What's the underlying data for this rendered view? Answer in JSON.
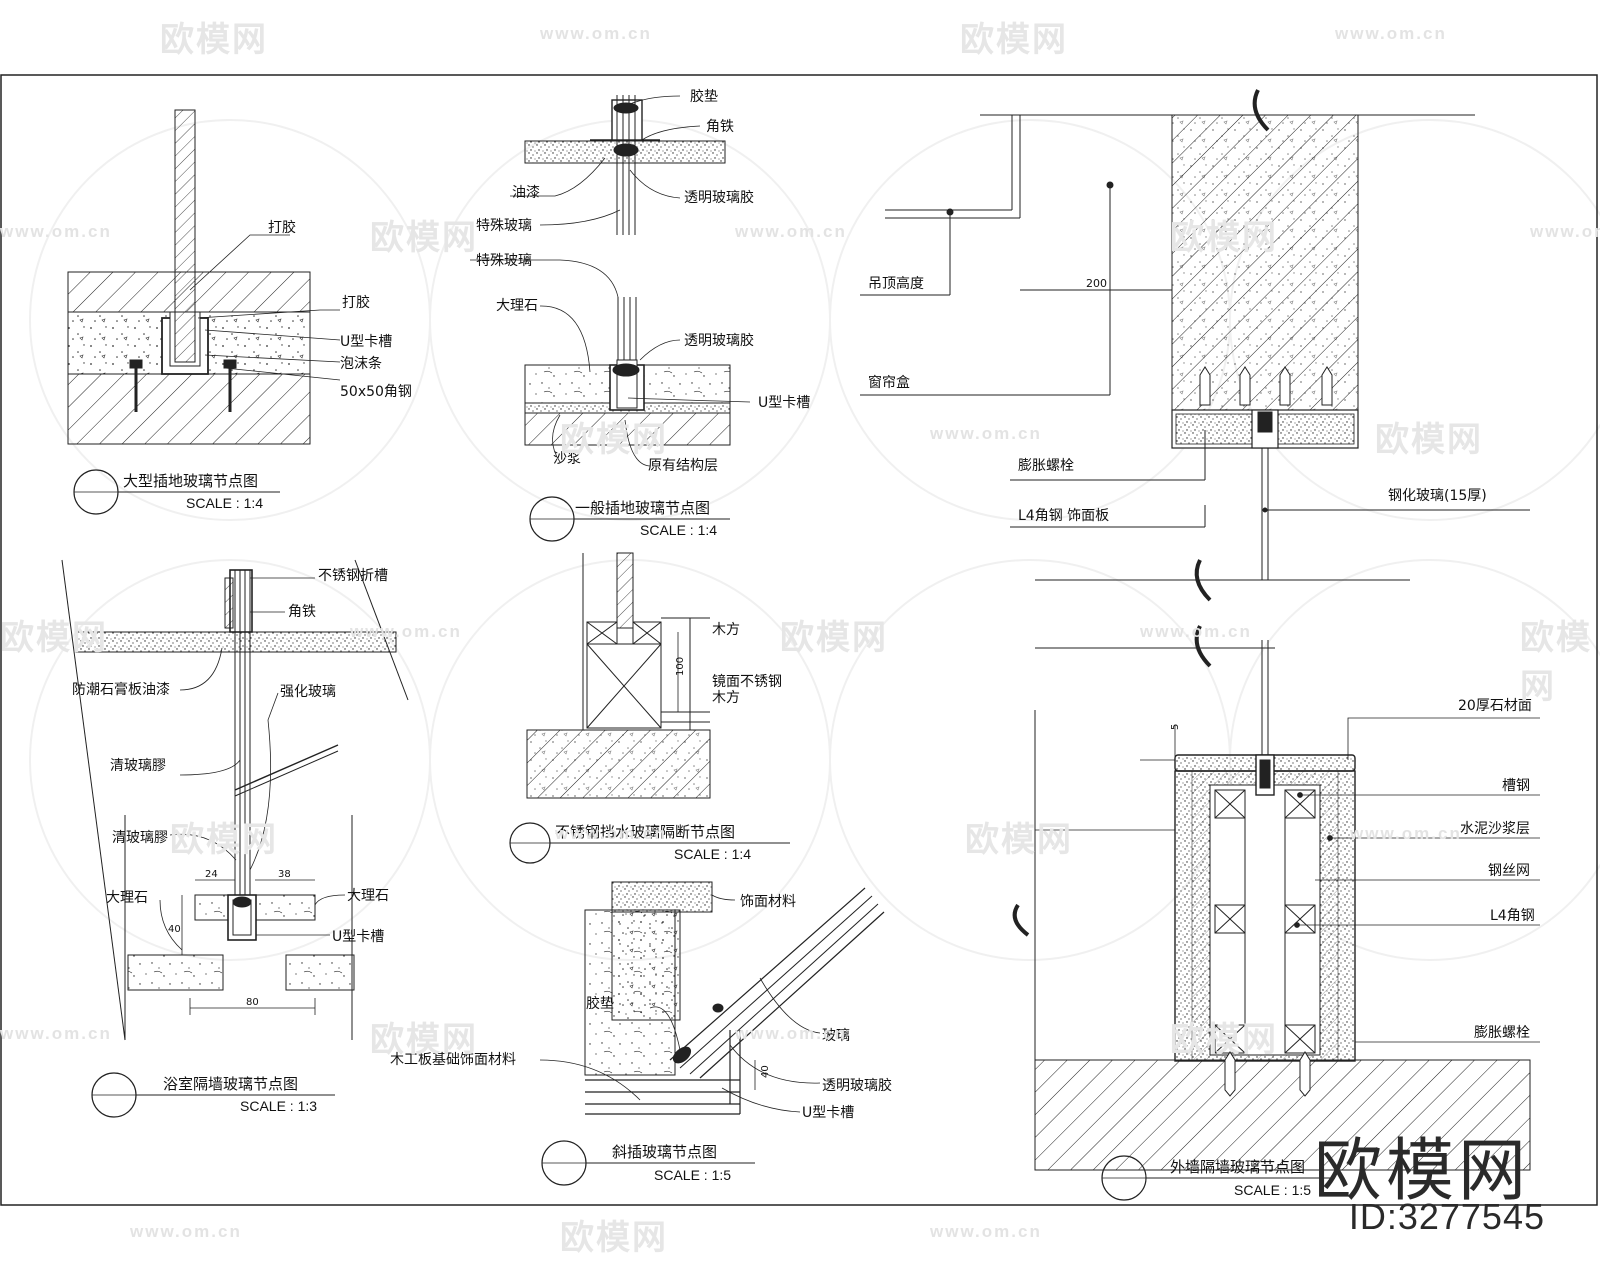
{
  "watermark": {
    "brand": "欧模网",
    "url": "www.om.cn",
    "id": "ID:3277545"
  },
  "details": {
    "d1": {
      "title": "大型插地玻璃节点图",
      "scale": "SCALE :   1:4",
      "labels": [
        "打胶",
        "打胶",
        "U型卡槽",
        "泡沫条",
        "50x50角钢"
      ]
    },
    "d2": {
      "title": "一般插地玻璃节点图",
      "scale": "SCALE :   1:4",
      "labels": [
        "胶垫",
        "角铁",
        "油漆",
        "透明玻璃胶",
        "特殊玻璃",
        "特殊玻璃",
        "大理石",
        "透明玻璃胶",
        "U型卡槽",
        "沙浆",
        "原有结构层"
      ]
    },
    "d3": {
      "title": "吊顶窗帘",
      "scale": "",
      "labels": [
        "吊顶高度",
        "200",
        "窗帘盒",
        "膨胀螺栓",
        "L4角钢 饰面板",
        "钢化玻璃(15厚)"
      ]
    },
    "d4": {
      "title": "浴室隔墙玻璃节点图",
      "scale": "SCALE :   1:3",
      "labels": [
        "不锈钢折槽",
        "角铁",
        "防潮石膏板油漆",
        "强化玻璃",
        "清玻璃膠",
        "清玻璃膠",
        "大理石",
        "大理石",
        "U型卡槽",
        "24",
        "38",
        "40",
        "80"
      ]
    },
    "d5": {
      "title": "不锈钢挡水玻璃隔断节点图",
      "scale": "SCALE :   1:4",
      "labels": [
        "木方",
        "100",
        "镜面不锈钢",
        "木方"
      ]
    },
    "d6": {
      "title": "斜插玻璃节点图",
      "scale": "SCALE :   1:5",
      "labels": [
        "饰面材料",
        "胶垫",
        "玻璃",
        "木工板基础饰面材料",
        "透明玻璃胶",
        "U型卡槽",
        "40"
      ]
    },
    "d7": {
      "title": "外墙隔墙玻璃节点图",
      "scale": "SCALE :   1:5",
      "labels": [
        "20厚石材面",
        "槽钢",
        "水泥沙浆层",
        "钢丝网",
        "L4角钢",
        "膨胀螺栓",
        "5"
      ]
    }
  }
}
